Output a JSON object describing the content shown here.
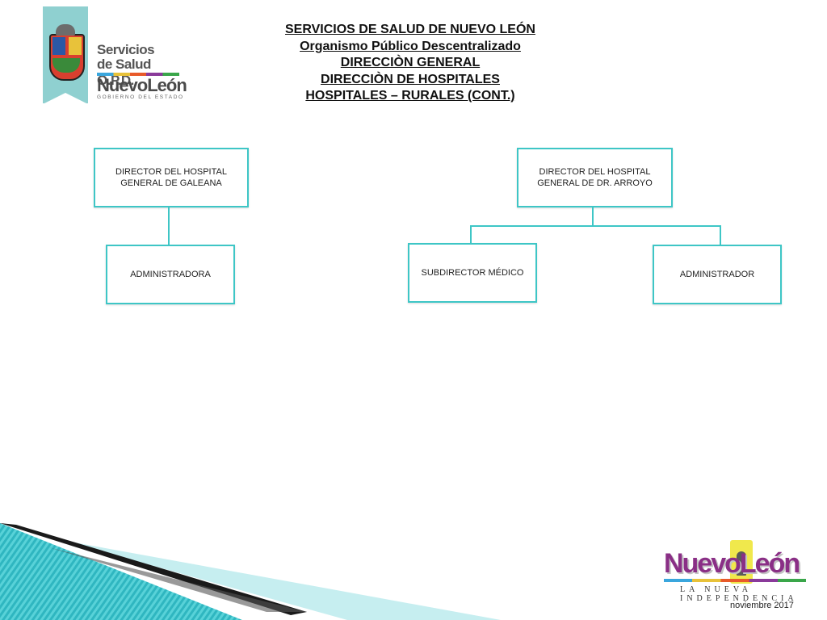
{
  "header": {
    "logo_left": {
      "line1": "Servicios",
      "line2": "de Salud O.P.D.",
      "line3": "NuevoLeón",
      "line4": "GOBIERNO DEL ESTADO"
    },
    "title_lines": [
      "SERVICIOS DE SALUD DE NUEVO LEÓN",
      "Organismo Público Descentralizado",
      "DIRECCIÒN GENERAL",
      "DIRECCIÒN DE HOSPITALES",
      "HOSPITALES – RURALES (CONT.)"
    ]
  },
  "org_chart": {
    "left": {
      "root": "DIRECTOR DEL HOSPITAL GENERAL DE GALEANA",
      "children": [
        "ADMINISTRADORA"
      ]
    },
    "right": {
      "root": "DIRECTOR DEL HOSPITAL GENERAL DE DR. ARROYO",
      "children": [
        "SUBDIRECTOR MÉDICO",
        "ADMINISTRADOR"
      ]
    }
  },
  "footer": {
    "logo_word": "NuevoLeón",
    "logo_tagline": "LA NUEVA INDEPENDENCIA",
    "date": "noviembre 2017"
  },
  "colors": {
    "box_border": "#3ec6c6",
    "band_dark": "#1a1a1a",
    "band_teal": "#2fb6c0",
    "logo_purple": "#8a2f86",
    "logo_yellow": "#f0e84c"
  }
}
